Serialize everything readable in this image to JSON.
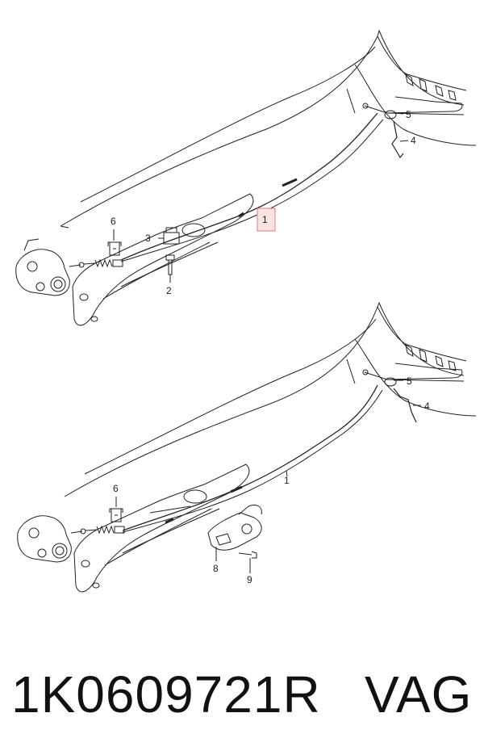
{
  "diagram_top": {
    "labels": {
      "p1": "1",
      "p2": "2",
      "p3": "3",
      "p4": "4",
      "p5": "5",
      "p6": "6"
    }
  },
  "diagram_bottom": {
    "labels": {
      "p1": "1",
      "p4": "4",
      "p5": "5",
      "p6": "6",
      "p8": "8",
      "p9": "9"
    }
  },
  "footer": {
    "part_number": "1K0609721R",
    "brand": "VAG"
  }
}
